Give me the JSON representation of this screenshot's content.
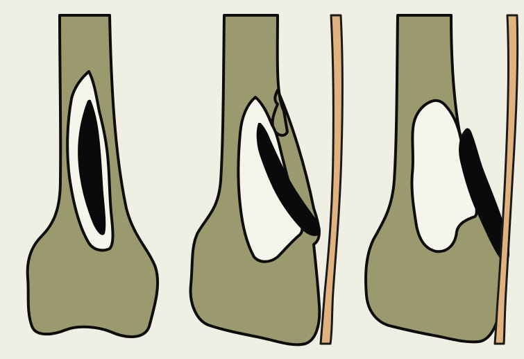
{
  "diagram": {
    "panel_count": 3,
    "colors": {
      "background": "#f0efe4",
      "bone": "#9b9a6e",
      "outline": "#0d0d0d",
      "cavity": "#f6f5ec",
      "sequestrum": "#0a0a0a",
      "periosteum_fill": "#e0b27f",
      "periosteum_outline": "#1a1a1a"
    },
    "panels": [
      {
        "stage": 1,
        "has_cavity": true,
        "has_sequestrum": true,
        "has_periosteal_strip": false
      },
      {
        "stage": 2,
        "has_cavity": true,
        "has_sequestrum": true,
        "has_periosteal_strip": true
      },
      {
        "stage": 3,
        "has_cavity": true,
        "has_sequestrum": true,
        "has_periosteal_strip": true
      }
    ]
  }
}
